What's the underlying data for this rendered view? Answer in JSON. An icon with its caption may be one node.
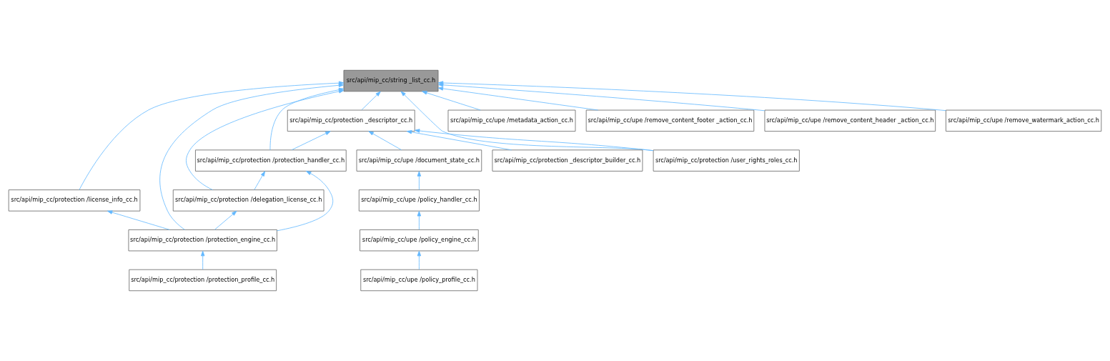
{
  "diagram": {
    "nodes": [
      {
        "text": [
          "src/api/mip_cc/string _list_cc.h"
        ]
      },
      {
        "text": [
          "src/api/mip_cc/protection /license_info_cc.h"
        ]
      },
      {
        "text": [
          "src/api/mip_cc/protection /protection_engine_cc.h"
        ]
      },
      {
        "text": [
          "src/api/mip_cc/protection /protection_profile_cc.h"
        ]
      },
      {
        "text": [
          "src/api/mip_cc/protection /delegation_license_cc.h"
        ]
      },
      {
        "text": [
          "src/api/mip_cc/protection /protection_handler_cc.h"
        ]
      },
      {
        "text": [
          "src/api/mip_cc/protection _descriptor_cc.h"
        ]
      },
      {
        "text": [
          "src/api/mip_cc/protection /user_rights_roles_cc.h"
        ]
      },
      {
        "text": [
          "src/api/mip_cc/upe /document_state_cc.h"
        ]
      },
      {
        "text": [
          "src/api/mip_cc/upe /policy_handler_cc.h"
        ]
      },
      {
        "text": [
          "src/api/mip_cc/upe /policy_engine_cc.h"
        ]
      },
      {
        "text": [
          "src/api/mip_cc/upe /policy_profile_cc.h"
        ]
      },
      {
        "text": [
          "src/api/mip_cc/protection _descriptor_builder_cc.h"
        ]
      },
      {
        "text": [
          "src/api/mip_cc/upe /metadata_action_cc.h"
        ]
      },
      {
        "text": [
          "src/api/mip_cc/upe /remove_content_footer _action_cc.h"
        ]
      },
      {
        "text": [
          "src/api/mip_cc/upe /remove_content_header _action_cc.h"
        ]
      },
      {
        "text": [
          "src/api/mip_cc/upe /remove_watermark_action_cc.h"
        ]
      }
    ],
    "edges": [
      {
        "from": 1,
        "to": 0,
        "arrow": "to"
      },
      {
        "from": 2,
        "to": 0,
        "arrow": "to"
      },
      {
        "from": 4,
        "to": 0,
        "arrow": "to"
      },
      {
        "from": 5,
        "to": 0,
        "arrow": "to"
      },
      {
        "from": 6,
        "to": 0,
        "arrow": "to"
      },
      {
        "from": 7,
        "to": 0,
        "arrow": "to"
      },
      {
        "from": 13,
        "to": 0,
        "arrow": "to"
      },
      {
        "from": 14,
        "to": 0,
        "arrow": "to"
      },
      {
        "from": 15,
        "to": 0,
        "arrow": "to"
      },
      {
        "from": 16,
        "to": 0,
        "arrow": "to"
      },
      {
        "from": 2,
        "to": 1,
        "arrow": "to"
      },
      {
        "from": 3,
        "to": 2,
        "arrow": "to"
      },
      {
        "from": 2,
        "to": 4,
        "arrow": "to"
      },
      {
        "from": 4,
        "to": 5,
        "arrow": "to"
      },
      {
        "from": 2,
        "to": 5,
        "arrow": "to"
      },
      {
        "from": 5,
        "to": 6,
        "arrow": "to"
      },
      {
        "from": 7,
        "to": 6,
        "arrow": "to"
      },
      {
        "from": 8,
        "to": 6,
        "arrow": "to"
      },
      {
        "from": 12,
        "to": 6,
        "arrow": "to"
      },
      {
        "from": 9,
        "to": 8,
        "arrow": "to"
      },
      {
        "from": 10,
        "to": 9,
        "arrow": "to"
      },
      {
        "from": 11,
        "to": 10,
        "arrow": "to"
      }
    ]
  }
}
